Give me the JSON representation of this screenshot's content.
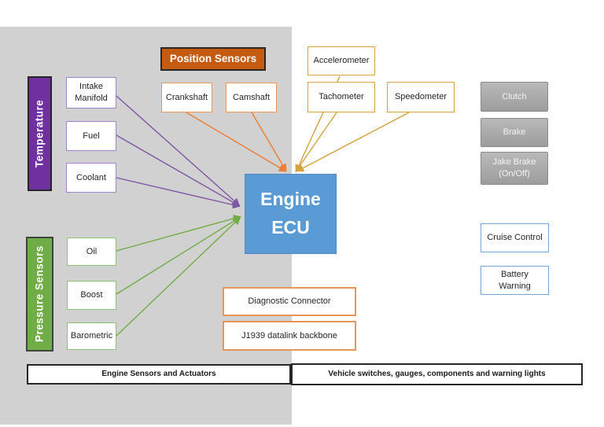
{
  "page": {
    "background": "#ffffff",
    "panel_color": "#d1d1d1"
  },
  "ecu": {
    "line1": "Engine",
    "line2": "ECU",
    "fill": "#5b9bd5"
  },
  "temperature_group": {
    "header": "Temperature",
    "color": "#7030a0",
    "line_color": "#7e57a5",
    "items": [
      "Intake Manifold",
      "Fuel",
      "Coolant"
    ]
  },
  "position_group": {
    "header": "Position Sensors",
    "color": "#c55a11",
    "line_color": "#ed7d31",
    "items": [
      "Crankshaft",
      "Camshaft"
    ]
  },
  "gauge_group": {
    "color": "#d4a241",
    "line_color": "#d4a241",
    "items": [
      "Accelerometer",
      "Tachometer",
      "Speedometer"
    ]
  },
  "pressure_group": {
    "header": "Pressure Sensors",
    "color": "#70ad47",
    "line_color": "#70ad47",
    "items": [
      "Oil",
      "Boost",
      "Barometric"
    ]
  },
  "switch_group": {
    "color": "#a6a6a6",
    "items": [
      "Clutch",
      "Brake",
      "Jake Brake\n(On/Off)"
    ]
  },
  "indicator_group": {
    "color": "#7ba2d6",
    "items": [
      "Cruise Control",
      "Battery\nWarning"
    ]
  },
  "datalink_group": {
    "color": "#e8965a",
    "items": [
      "Diagnostic Connector",
      "J1939 datalink backbone"
    ]
  },
  "footer": {
    "left": "Engine Sensors and Actuators",
    "right": "Vehicle switches, gauges, components and warning lights"
  }
}
